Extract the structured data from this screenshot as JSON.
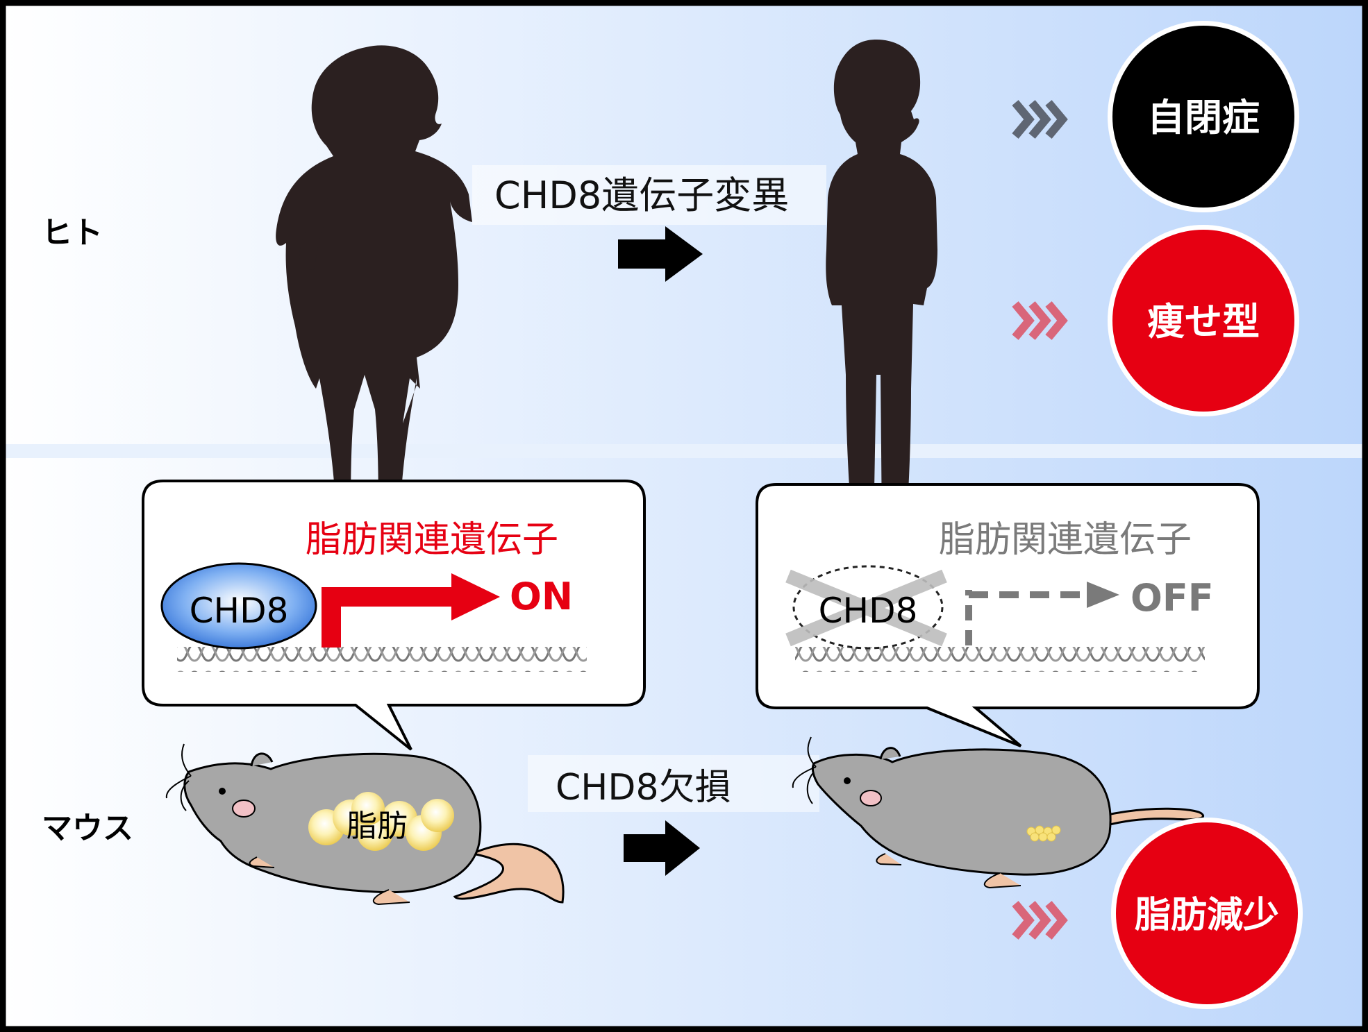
{
  "human_panel": {
    "label": "ヒト",
    "mutation_label": "CHD8遺伝子変異",
    "outcomes": [
      {
        "text": "自閉症",
        "circle_color": "#000000",
        "chevron_color": "#5f6673"
      },
      {
        "text": "痩せ型",
        "circle_color": "#e60012",
        "chevron_color": "#d9667a"
      }
    ]
  },
  "mouse_panel": {
    "label": "マウス",
    "deletion_label": "CHD8欠損",
    "fat_label": "脂肪",
    "outcome": {
      "text": "脂肪減少",
      "circle_color": "#e60012",
      "chevron_color": "#d9667a"
    },
    "bubble_normal": {
      "gene_label": "脂肪関連遺伝子",
      "gene_label_color": "#e60012",
      "protein_label": "CHD8",
      "protein_color": "#2f6fd6",
      "state": "ON",
      "state_color": "#e60012"
    },
    "bubble_knockout": {
      "gene_label": "脂肪関連遺伝子",
      "gene_label_color": "#7a7a7a",
      "protein_label": "CHD8",
      "state": "OFF",
      "state_color": "#7a7a7a"
    }
  },
  "colors": {
    "bg_left": "#ffffff",
    "bg_right": "#bfd8fb",
    "silhouette": "#2b2020",
    "mouse_body": "#a7a7a7",
    "mouse_tail": "#f0c4a6",
    "fat": "#f8e27a"
  }
}
